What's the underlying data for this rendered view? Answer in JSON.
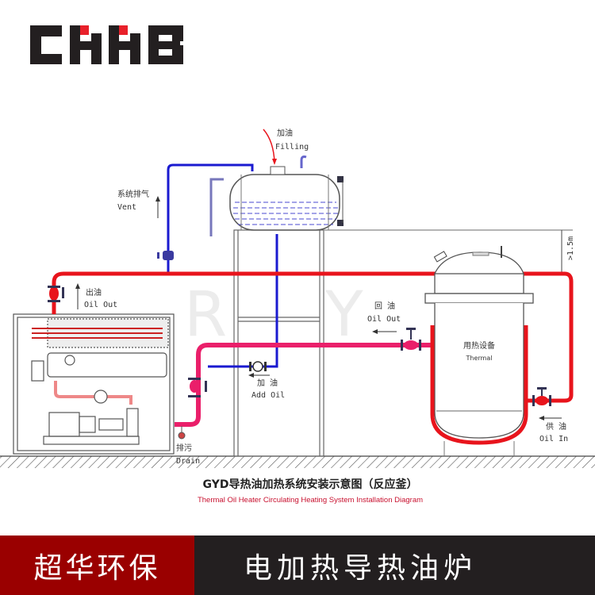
{
  "logo": {
    "text": "CHHB",
    "colors": {
      "letters": "#231f20",
      "accent": "#e8202a"
    }
  },
  "watermark": [
    "R",
    "Y"
  ],
  "labels": {
    "filling_cn": "加油",
    "filling_en": "Filling",
    "vent_cn": "系统排气",
    "vent_en": "Vent",
    "heater_out_cn": "出油",
    "heater_out_en": "Oil Out",
    "return_cn": "回 油",
    "return_en": "Oil Out",
    "equipment_cn": "用热设备",
    "equipment_en": "Thermal",
    "add_oil_cn": "加 油",
    "add_oil_en": "Add Oil",
    "drain_cn": "排污",
    "drain_en": "Drain",
    "supply_cn": "供 油",
    "supply_en": "Oil In",
    "height_dim": ">1.5m"
  },
  "title": {
    "cn": "GYD导热油加热系统安装示意图（反应釜）",
    "en": "Thermal Oil Heater Circulating Heating System Installation Diagram"
  },
  "banner": {
    "left": "超华环保",
    "right": "电加热导热油炉"
  },
  "colors": {
    "supply_pipe": "#e8141c",
    "return_pipe": "#ea1f6a",
    "oil_fill_pipe": "#1a1ad0",
    "banner_red": "#9a0000",
    "banner_dark": "#231f20",
    "subtitle": "#c8102e"
  }
}
